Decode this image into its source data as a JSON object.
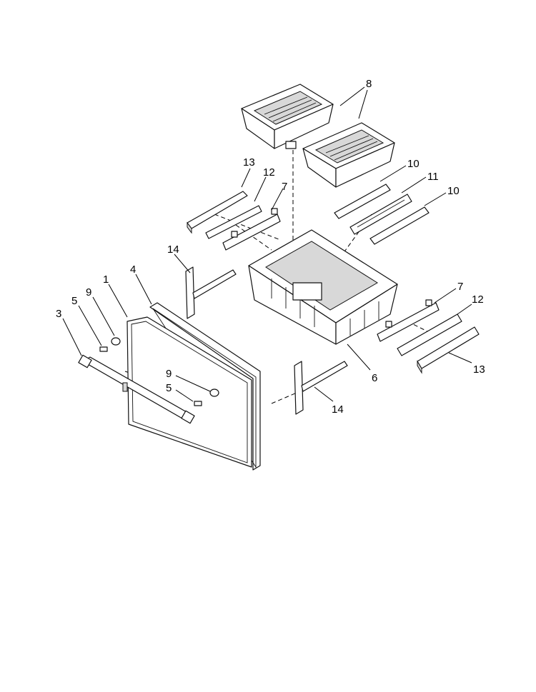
{
  "diagram": {
    "callouts": [
      {
        "id": "c8",
        "label": "8"
      },
      {
        "id": "c13a",
        "label": "13"
      },
      {
        "id": "c12a",
        "label": "12"
      },
      {
        "id": "c7a",
        "label": "7"
      },
      {
        "id": "c10a",
        "label": "10"
      },
      {
        "id": "c11",
        "label": "11"
      },
      {
        "id": "c10b",
        "label": "10"
      },
      {
        "id": "c14a",
        "label": "14"
      },
      {
        "id": "c4",
        "label": "4"
      },
      {
        "id": "c1",
        "label": "1"
      },
      {
        "id": "c9a",
        "label": "9"
      },
      {
        "id": "c5a",
        "label": "5"
      },
      {
        "id": "c3",
        "label": "3"
      },
      {
        "id": "c9b",
        "label": "9"
      },
      {
        "id": "c5b",
        "label": "5"
      },
      {
        "id": "c6",
        "label": "6"
      },
      {
        "id": "c7b",
        "label": "7"
      },
      {
        "id": "c12b",
        "label": "12"
      },
      {
        "id": "c13b",
        "label": "13"
      },
      {
        "id": "c14b",
        "label": "14"
      }
    ]
  }
}
